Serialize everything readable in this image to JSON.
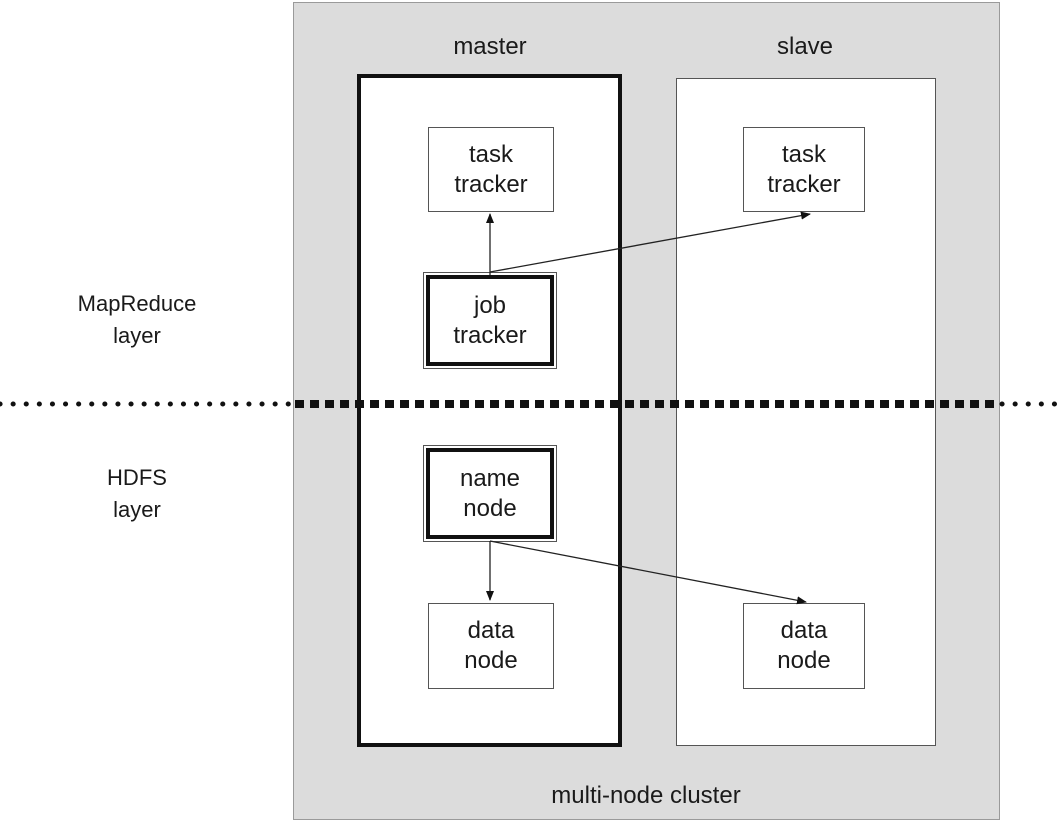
{
  "cluster": {
    "label": "multi-node cluster"
  },
  "master": {
    "heading": "master",
    "task_tracker": {
      "line1": "task",
      "line2": "tracker"
    },
    "job_tracker": {
      "line1": "job",
      "line2": "tracker"
    },
    "name_node": {
      "line1": "name",
      "line2": "node"
    },
    "data_node": {
      "line1": "data",
      "line2": "node"
    }
  },
  "slave": {
    "heading": "slave",
    "task_tracker": {
      "line1": "task",
      "line2": "tracker"
    },
    "data_node": {
      "line1": "data",
      "line2": "node"
    }
  },
  "layers": {
    "mapreduce": {
      "line1": "MapReduce",
      "line2": "layer"
    },
    "hdfs": {
      "line1": "HDFS",
      "line2": "layer"
    }
  },
  "colors": {
    "cluster_bg": "#dcdcdc",
    "box_border": "#111111",
    "text": "#1a1a1a"
  }
}
